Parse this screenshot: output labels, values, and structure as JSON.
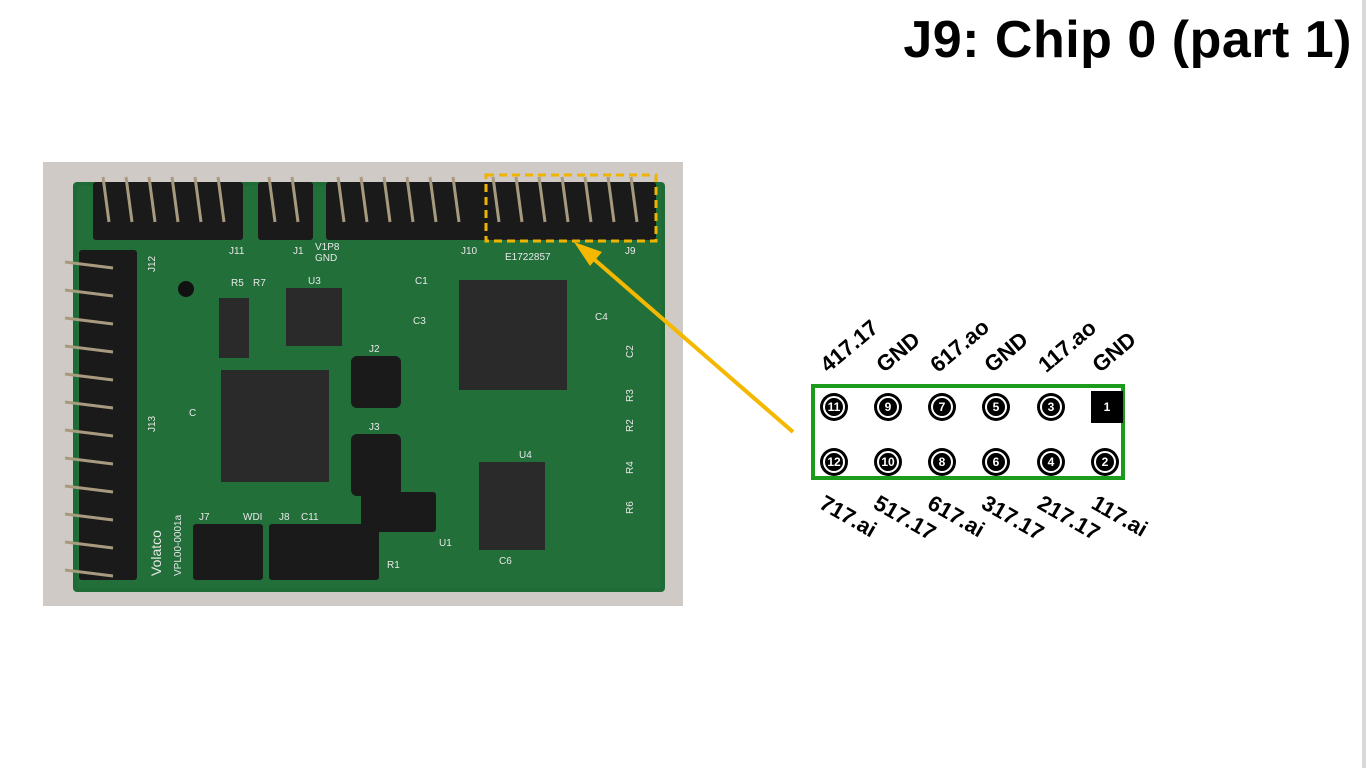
{
  "slide": {
    "title": "J9: Chip 0 (part 1)"
  },
  "board": {
    "brand": "Volatco",
    "part_number": "VPL00-0001a",
    "serial": "E1722857",
    "connector_labels": [
      "J11",
      "J1",
      "V1P8",
      "GND",
      "J10",
      "J9",
      "J12",
      "J13",
      "J7",
      "WDI",
      "J8",
      "C11",
      "J2",
      "J3",
      "U1",
      "U3",
      "U4",
      "R1",
      "R2",
      "R3",
      "R4",
      "R5",
      "R6",
      "R7",
      "C1",
      "C2",
      "C3",
      "C4",
      "C6"
    ]
  },
  "pinout": {
    "top_row": [
      {
        "pin": "11",
        "signal": "417.17"
      },
      {
        "pin": "9",
        "signal": "GND"
      },
      {
        "pin": "7",
        "signal": "617.ao"
      },
      {
        "pin": "5",
        "signal": "GND"
      },
      {
        "pin": "3",
        "signal": "117.ao"
      },
      {
        "pin": "1",
        "signal": "GND"
      }
    ],
    "bottom_row": [
      {
        "pin": "12",
        "signal": "717.ai"
      },
      {
        "pin": "10",
        "signal": "517.17"
      },
      {
        "pin": "8",
        "signal": "617.ai"
      },
      {
        "pin": "6",
        "signal": "317.17"
      },
      {
        "pin": "4",
        "signal": "217.17"
      },
      {
        "pin": "2",
        "signal": "117.ai"
      }
    ]
  },
  "colors": {
    "highlight_box": "#f0b400",
    "arrow": "#f5b800",
    "connector_outline": "#1c9a1c",
    "pcb": "#1e6b35"
  }
}
